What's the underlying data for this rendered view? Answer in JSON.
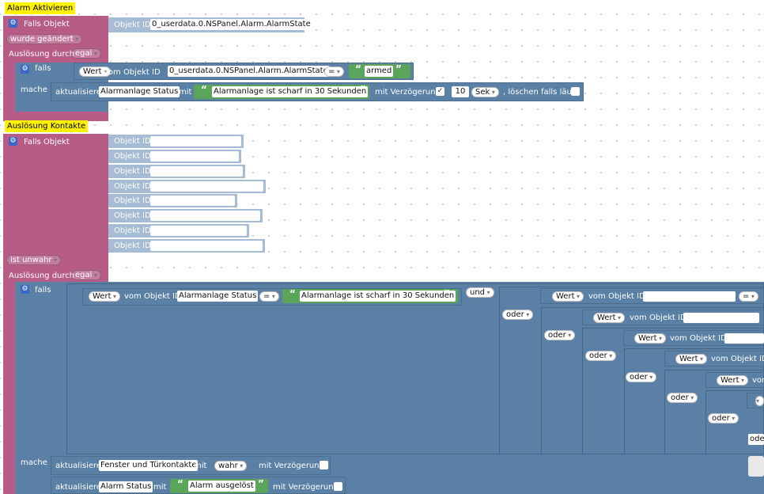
{
  "block1": {
    "hat": "Alarm Aktivieren",
    "trigger_label": "Falls Objekt",
    "objekt_id_label": "Objekt ID",
    "objekt_id_value": "0_userdata.0.NSPanel.Alarm.AlarmState",
    "wurde_label": "wurde geändert",
    "ausloesung_label": "Auslösung durch",
    "egal_label": "egal",
    "if": {
      "falls_label": "falls",
      "mache_label": "mache",
      "wert_label": "Wert",
      "vom_objekt_label": "vom Objekt ID",
      "objekt_value": "0_userdata.0.NSPanel.Alarm.AlarmState",
      "op": "=",
      "string_value": "armed"
    },
    "update": {
      "aktualisiere_label": "aktualisiere",
      "target": "Alarmanlage Status",
      "mit_label": "mit",
      "value": "Alarmanlage ist scharf in 30 Sekunden",
      "delay_label": "mit Verzögerung",
      "delay_checked": "✓",
      "delay_number": "10",
      "unit": "Sek",
      "clear_label": ", löschen falls läuft"
    }
  },
  "block2": {
    "hat": "Auslösung Kontakte",
    "trigger_label": "Falls Objekt",
    "objekt_id_label": "Objekt ID",
    "ist_label": "ist unwahr",
    "ausloesung_label": "Auslösung durch",
    "egal_label": "egal",
    "if": {
      "falls_label": "falls",
      "mache_label": "mache",
      "wert_label": "Wert",
      "vom_objekt_label": "vom Objekt ID",
      "vom_objekt_short": "vom",
      "objekt_value": "Alarmanlage Status",
      "op": "=",
      "string_value": "Alarmanlage ist scharf in 30 Sekunden",
      "und_label": "und",
      "oder_label": "oder",
      "oder_short": "ode"
    },
    "update1": {
      "aktualisiere_label": "aktualisiere",
      "target": "Fenster und Türkontakte",
      "mit_label": "mit",
      "value": "wahr",
      "delay_label": "mit Verzögerung"
    },
    "update2": {
      "aktualisiere_label": "aktualisiere",
      "target": "Alarm Status",
      "mit_label": "mit",
      "value": "Alarm ausgelöst",
      "delay_label": "mit Verzögerung"
    }
  },
  "icons": [
    "gear-icon",
    "quote-open-icon",
    "quote-close-icon",
    "checkbox-icon",
    "dropdown-arrow-icon"
  ],
  "colors": {
    "trigger": "#b65c86",
    "logic": "#5b80a5",
    "objekt_id": "#a5bcd4",
    "string": "#5ba55b",
    "hat": "#fff200"
  }
}
